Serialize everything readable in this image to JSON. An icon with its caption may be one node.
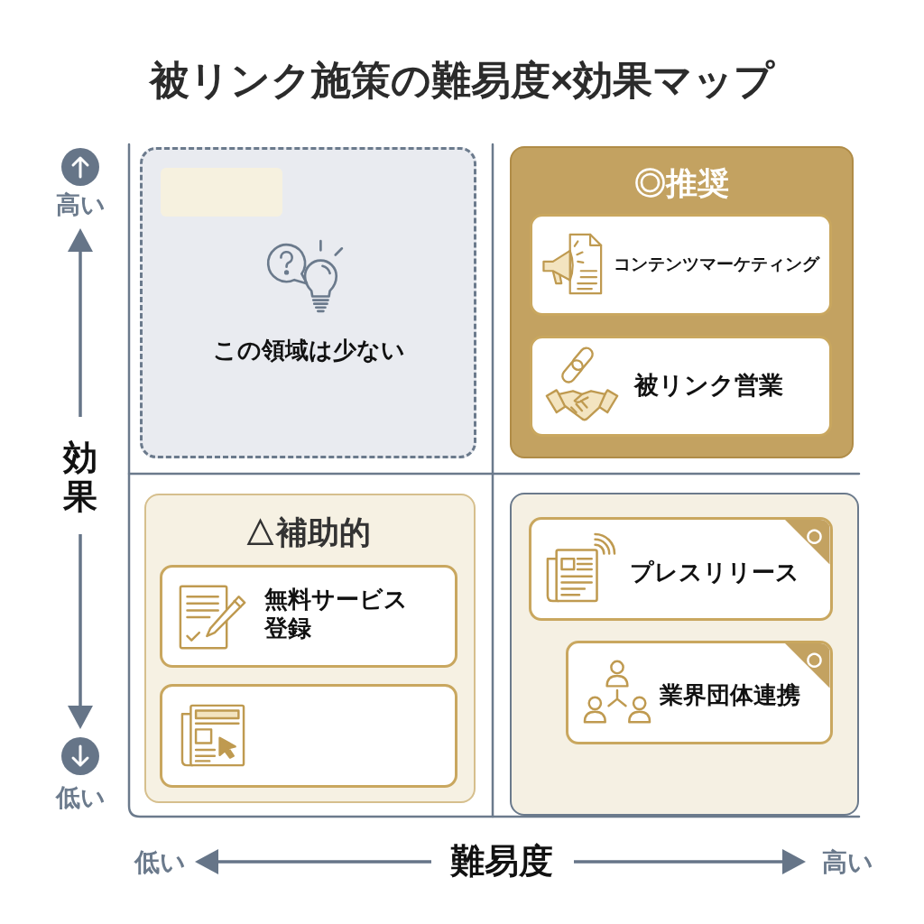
{
  "diagram": {
    "title": "被リンク施策の難易度×効果マップ",
    "nodes": [
      {
        "text": [
          "この領域は少ない"
        ]
      },
      {
        "text": [],
        "shape": "box",
        "in": 0
      },
      {
        "text": [
          "◎推奨"
        ]
      },
      {
        "text": [
          "コンテンツマーケティング"
        ],
        "in": 2
      },
      {
        "text": [
          "被リンク営業"
        ],
        "in": 2
      },
      {
        "text": [
          "△補助的"
        ]
      },
      {
        "text": [
          "無料サービス登録"
        ],
        "in": 5
      },
      {
        "text": [],
        "shape": "box",
        "in": 5
      },
      {
        "text": [],
        "shape": "box"
      },
      {
        "text": [
          "プレスリリース",
          "○"
        ],
        "in": 8
      },
      {
        "text": [
          "業界団体連携",
          "○"
        ],
        "in": 8
      }
    ],
    "labels": [
      "高い",
      "効果",
      "低い",
      "低い",
      "難易度",
      "高い"
    ]
  }
}
